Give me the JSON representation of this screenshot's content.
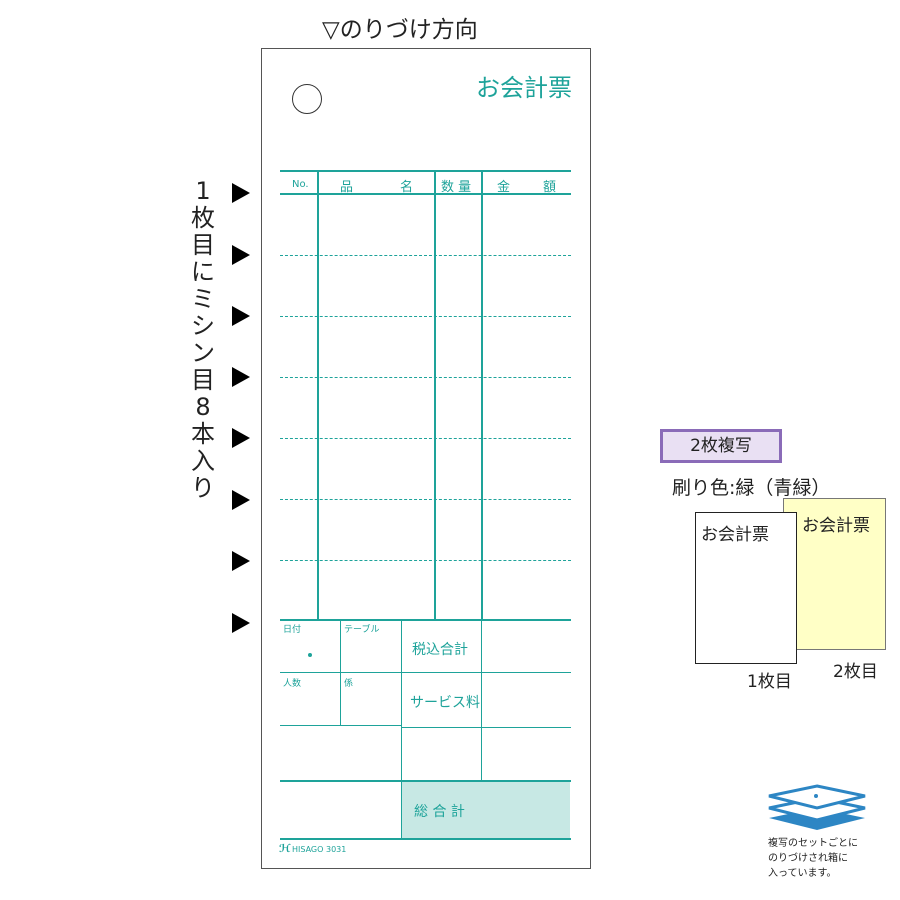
{
  "header": {
    "glue_direction": "▽のりづけ方向"
  },
  "side_caption": {
    "chars": [
      "1",
      "枚",
      "目",
      "に",
      "ミ",
      "シ",
      "ン",
      "目",
      "8",
      "本",
      "入",
      "り"
    ]
  },
  "form": {
    "title": "お会計票",
    "columns": {
      "no": "No.",
      "item": "品",
      "name": "名",
      "qty": "数 量",
      "amount1": "金",
      "amount2": "額"
    },
    "labels": {
      "date": "日付",
      "table": "テーブル",
      "tax_included_total": "税込合計",
      "people": "人数",
      "staff": "係",
      "service_charge": "サービス料",
      "grand_total": "総 合 計"
    },
    "footer_brand": "HISAGO 3031"
  },
  "info": {
    "copies_badge": "2枚複写",
    "print_color": "刷り色:緑（青緑）",
    "copy1_title": "お会計票",
    "copy2_title": "お会計票",
    "copy1_label": "1枚目",
    "copy2_label": "2枚目",
    "package_note": [
      "複写のセットごとに",
      "のりづけされ箱に",
      "入っています。"
    ],
    "icon": "stacked-paper-icon"
  },
  "colors": {
    "form_teal": "#1ea39a",
    "total_fill": "#c7e8e4",
    "badge_border": "#8a6bb8",
    "copy2_fill": "#ffffc6"
  }
}
